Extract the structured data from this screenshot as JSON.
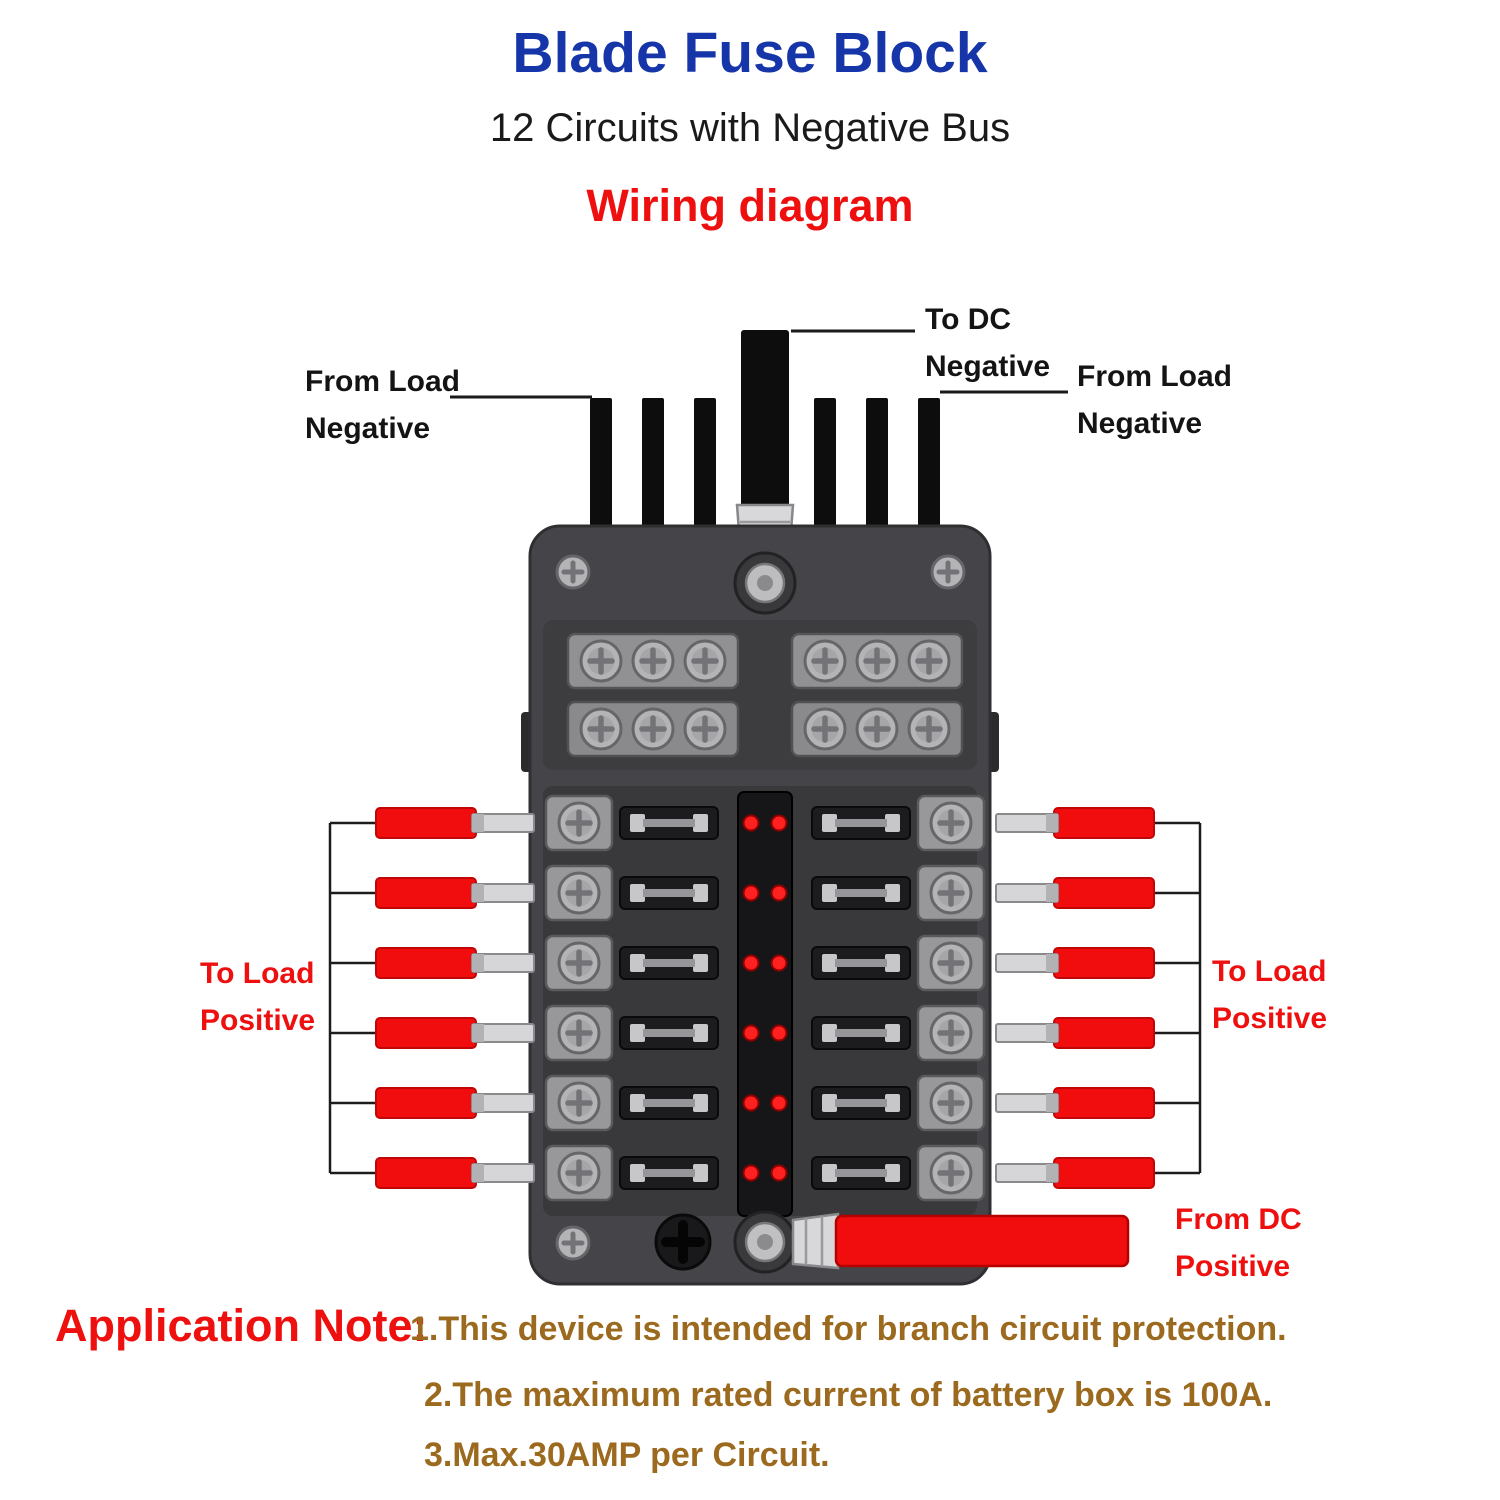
{
  "header": {
    "title": "Blade Fuse Block",
    "subtitle": "12 Circuits with Negative Bus",
    "section_label": "Wiring diagram"
  },
  "diagram": {
    "labels": {
      "from_load_negative_left": {
        "line1": "From Load",
        "line2": "Negative"
      },
      "to_dc_negative": {
        "line1": "To DC",
        "line2": "Negative"
      },
      "from_load_negative_right": {
        "line1": "From Load",
        "line2": "Negative"
      },
      "to_load_positive_left": {
        "line1": "To Load",
        "line2": "Positive"
      },
      "to_load_positive_right": {
        "line1": "To Load",
        "line2": "Positive"
      },
      "from_dc_positive": {
        "line1": "From DC",
        "line2": "Positive"
      }
    },
    "device": {
      "fuse_rows_per_side": 6,
      "led_indicator_color": "#ff2020",
      "negative_wire_color": "#0d0d0d",
      "positive_wire_color": "#f10d0d"
    }
  },
  "notes": {
    "heading": "Application Note:",
    "items": [
      "1.This device is intended for branch circuit protection.",
      "2.The maximum rated current of battery box is 100A.",
      "3.Max.30AMP per Circuit."
    ]
  },
  "colors": {
    "title_blue": "#1535a8",
    "accent_red": "#ee0f0f",
    "note_brown": "#9c6a1e"
  }
}
